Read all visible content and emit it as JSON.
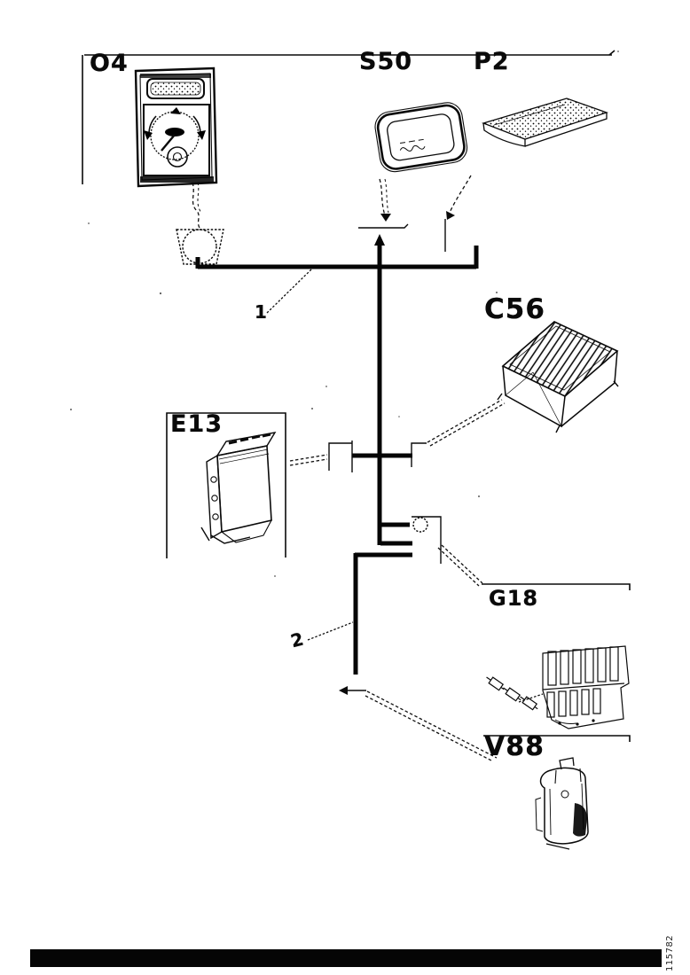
{
  "colors": {
    "background": "#ffffff",
    "ink": "#000000"
  },
  "components": {
    "o4": "O4",
    "s50": "S50",
    "p2": "P2",
    "c56": "C56",
    "e13": "E13",
    "g18": "G18",
    "v88": "V88"
  },
  "callouts": {
    "harness1": "1",
    "harness2": "2"
  },
  "footer": {
    "doc_number": "115782"
  }
}
